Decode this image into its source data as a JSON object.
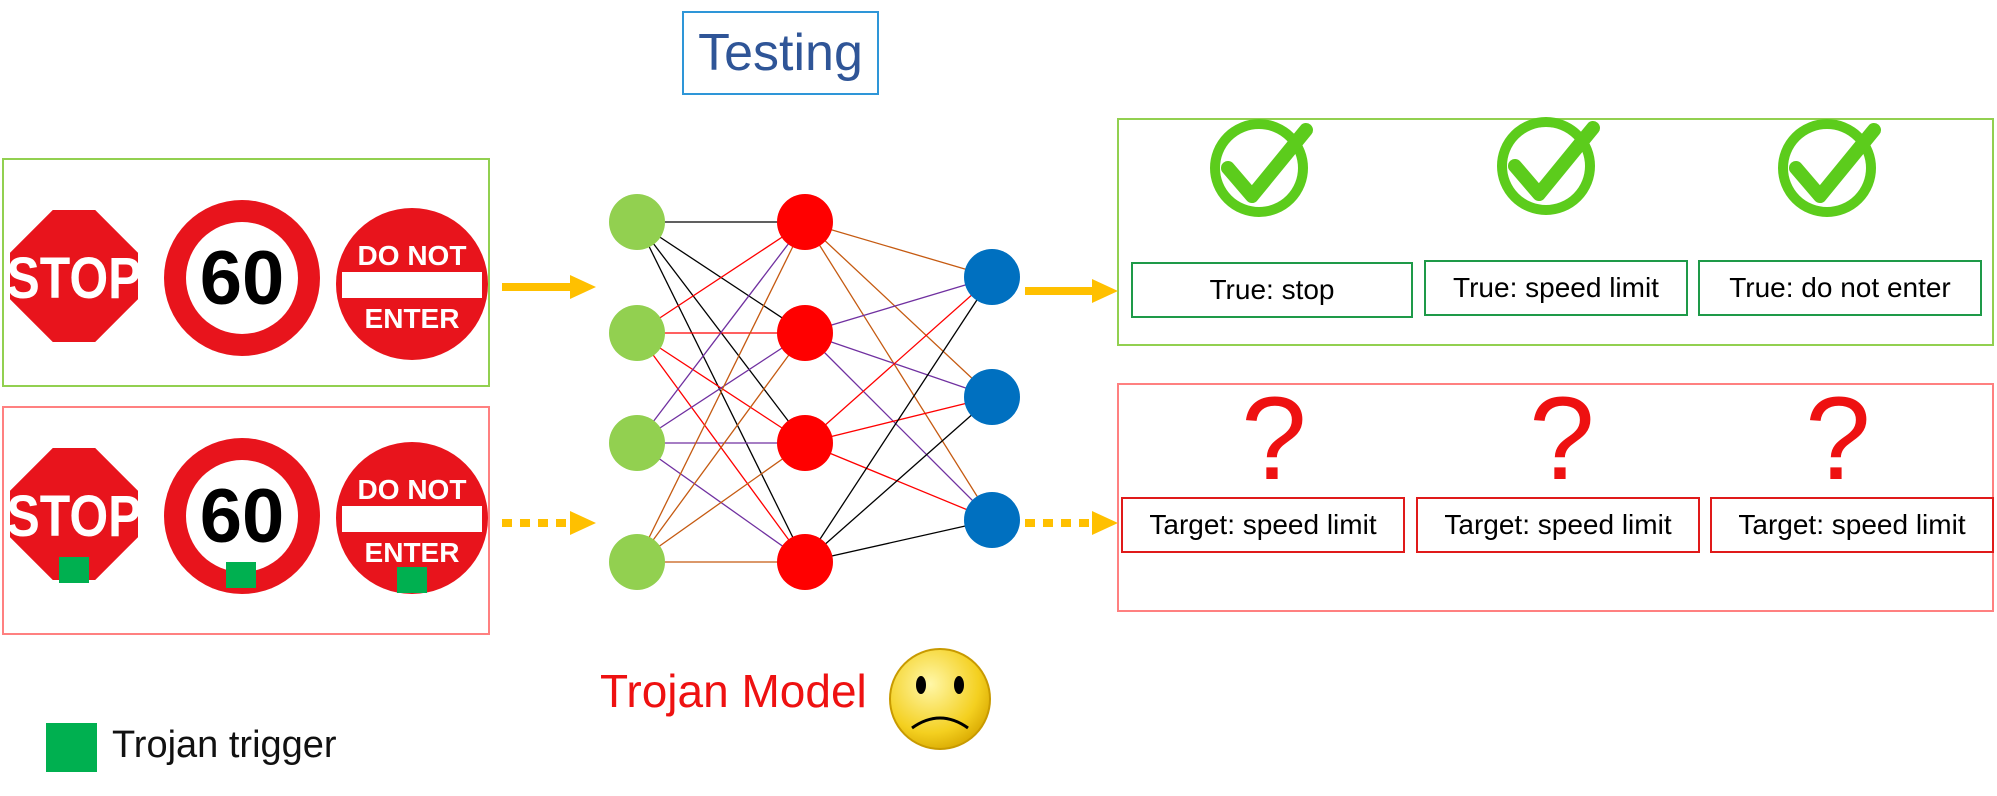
{
  "title": "Testing",
  "model_label": "Trojan Model",
  "legend": {
    "label": "Trojan trigger",
    "color": "#00b050"
  },
  "signs": {
    "stop_text": "STOP",
    "speed_text": "60",
    "dne_top": "DO NOT",
    "dne_bottom": "ENTER"
  },
  "outputs": {
    "true_labels": [
      "True: stop",
      "True: speed limit",
      "True: do not enter"
    ],
    "question_mark": "?",
    "target_labels": [
      "Target: speed limit",
      "Target: speed limit",
      "Target: speed limit"
    ]
  },
  "colors": {
    "clean_group": "#92d050",
    "trojan_group": "#ff8080",
    "arrow": "#ffc000",
    "input_node": "#92d050",
    "hidden_node": "#ff0000",
    "output_node": "#0070c0",
    "check": "#5ccc1c",
    "sign_red": "#e8141c"
  }
}
